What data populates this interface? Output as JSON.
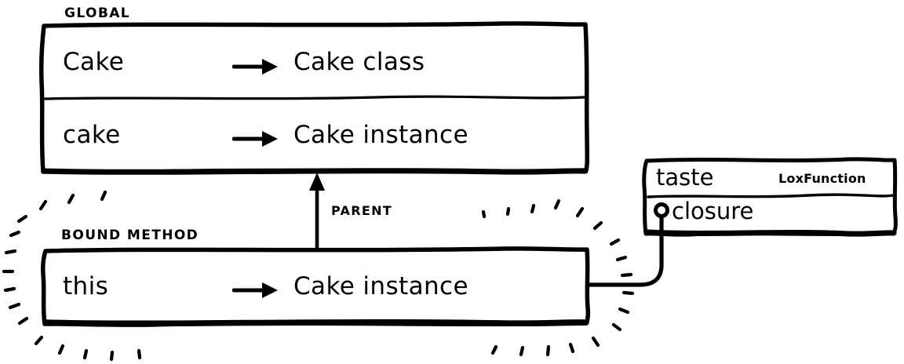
{
  "diagram": {
    "title": "Bound method environment chain",
    "style": "hand-drawn sketch",
    "ink_color": "#000000",
    "background_color": "#ffffff"
  },
  "environments": [
    {
      "caption": "GLOBAL",
      "caption_name": "global-env-label",
      "box_name": "global-environment-box",
      "entries": [
        {
          "key": "Cake",
          "arrow": "right-arrow-icon",
          "value": "Cake class"
        },
        {
          "key": "cake",
          "arrow": "right-arrow-icon",
          "value": "Cake instance"
        }
      ]
    },
    {
      "caption": "BOUND METHOD",
      "caption_name": "bound-method-env-label",
      "box_name": "bound-method-environment-box",
      "entries": [
        {
          "key": "this",
          "arrow": "right-arrow-icon",
          "value": "Cake instance"
        }
      ]
    }
  ],
  "parent_edge": {
    "label": "PARENT",
    "icon": "up-arrow-icon"
  },
  "function_object": {
    "box_name": "lox-function-box",
    "name": "taste",
    "type_tag": "LoxFunction",
    "field": "closure",
    "field_anchor_icon": "closure-pointer-dot",
    "connector_icon": "closure-connector-curve"
  },
  "decoration": {
    "highlight_icon": "sparkle-burst",
    "highlight_target": "bound-method-environment-box"
  }
}
